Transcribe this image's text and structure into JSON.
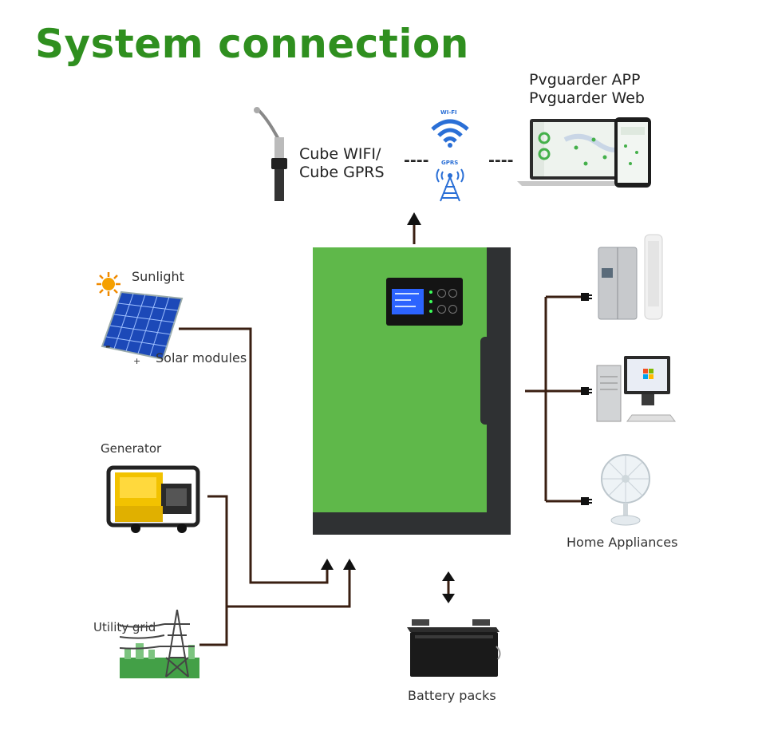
{
  "title": "System connection",
  "monitor": {
    "dongle_label_line1": "Cube WIFI/",
    "dongle_label_line2": "Cube GPRS",
    "wifi_label": "WI-FI",
    "gprs_label": "GPRS",
    "platform_line1": "Pvguarder APP",
    "platform_line2": "Pvguarder Web",
    "link_separator": "----"
  },
  "sources": {
    "sunlight": "Sunlight",
    "solar": "Solar modules",
    "solar_minus": "-",
    "solar_plus": "+",
    "generator": "Generator",
    "utility": "Utility grid"
  },
  "loads": {
    "home_appliances": "Home Appliances"
  },
  "battery": {
    "label": "Battery packs"
  },
  "colors": {
    "title_green": "#2f8f1f",
    "inverter_green": "#5fb84a",
    "inverter_dark": "#2f3133",
    "wire": "#3a1f12"
  }
}
